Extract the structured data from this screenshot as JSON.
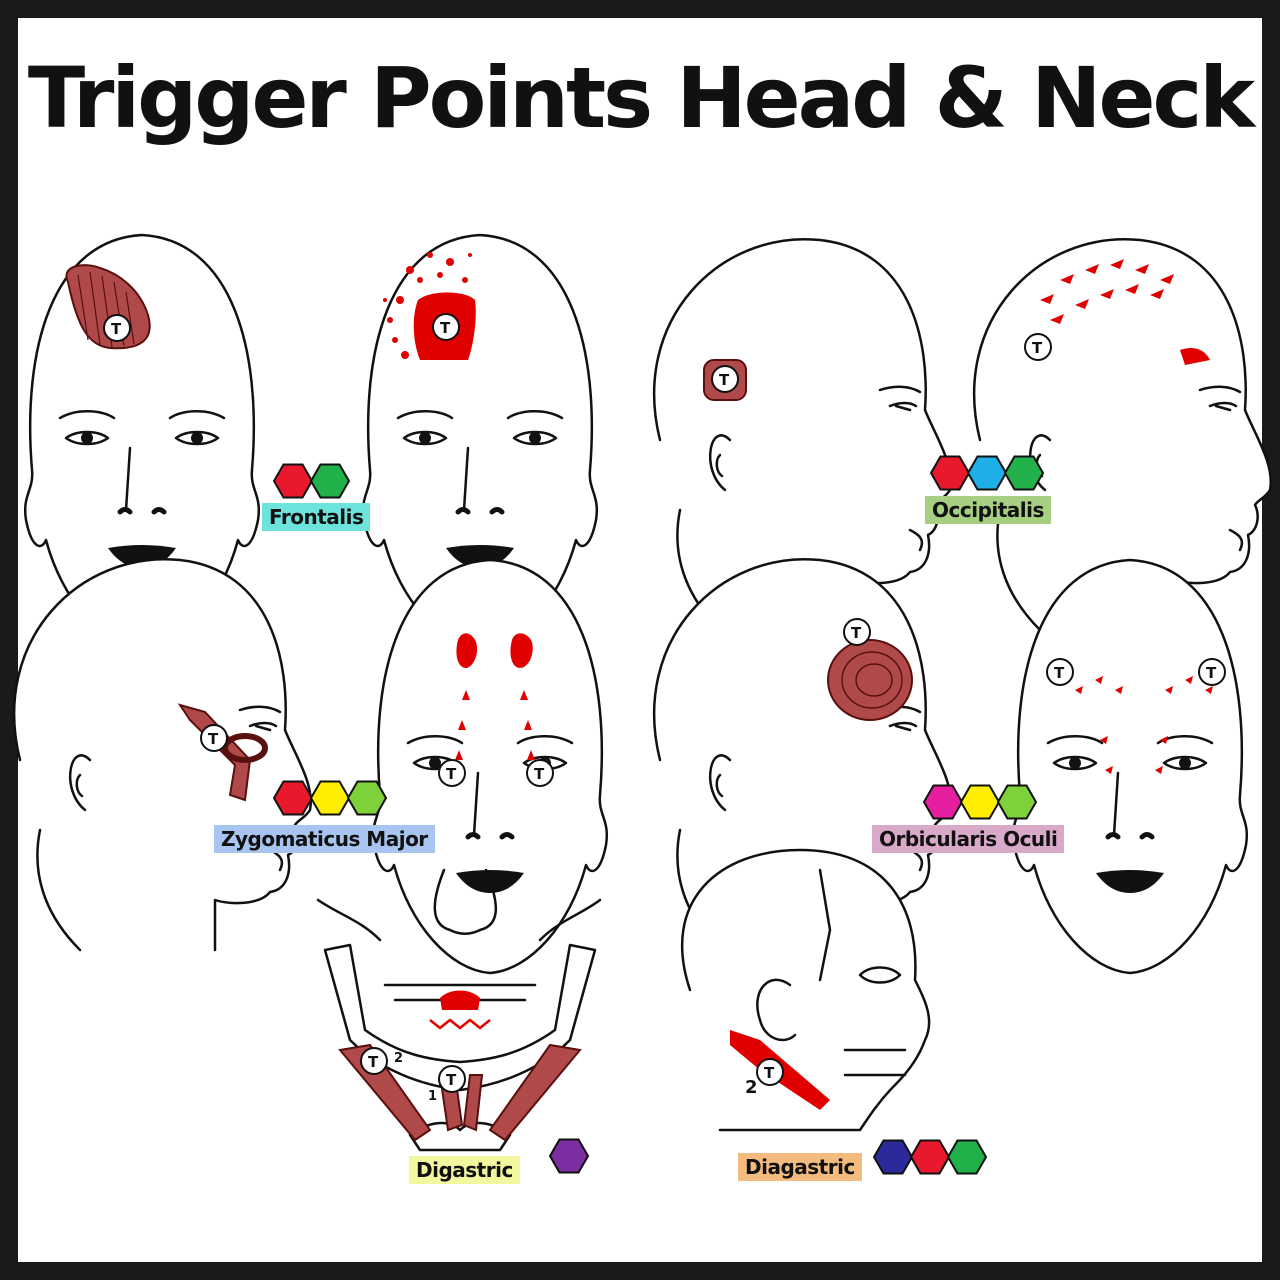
{
  "title": "Trigger Points Head & Neck",
  "trigger_marker": "T",
  "colors": {
    "red": "#e8192c",
    "green": "#22b04b",
    "blue": "#1eaee8",
    "yellow": "#ffee00",
    "light_green": "#7fd13b",
    "magenta": "#e61ea0",
    "purple": "#7a2ea0",
    "navy": "#2c2a9a",
    "muscle": "#b04a4a",
    "referral": "#e00000"
  },
  "panels": [
    {
      "name": "Frontalis",
      "label_bg": "#6de3dd",
      "hexes": [
        "#e8192c",
        "#22b04b"
      ]
    },
    {
      "name": "Occipitalis",
      "label_bg": "#a6cf82",
      "hexes": [
        "#e8192c",
        "#1eaee8",
        "#22b04b"
      ]
    },
    {
      "name": "Zygomaticus Major",
      "label_bg": "#a8c4f0",
      "hexes": [
        "#e8192c",
        "#ffee00",
        "#7fd13b"
      ]
    },
    {
      "name": "Orbicularis Oculi",
      "label_bg": "#d9a9c9",
      "hexes": [
        "#e61ea0",
        "#ffee00",
        "#7fd13b"
      ]
    },
    {
      "name": "Digastric",
      "label_bg": "#f2f7a0",
      "hexes": [
        "#7a2ea0"
      ],
      "point_numbers": [
        "2",
        "1"
      ]
    },
    {
      "name": "Diagastric",
      "label_bg": "#f4bb7e",
      "hexes": [
        "#2c2a9a",
        "#e8192c",
        "#22b04b"
      ],
      "point_numbers": [
        "2"
      ]
    }
  ]
}
